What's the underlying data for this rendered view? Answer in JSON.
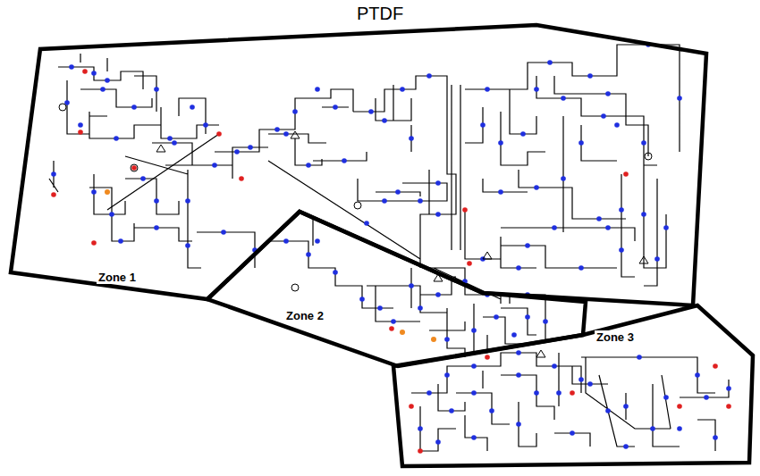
{
  "diagram": {
    "title": "PTDF",
    "nodes": [
      {
        "text": [
          "Zone 1"
        ]
      },
      {
        "text": [
          "Zone 2"
        ]
      },
      {
        "text": [
          "Zone 3"
        ]
      }
    ]
  }
}
